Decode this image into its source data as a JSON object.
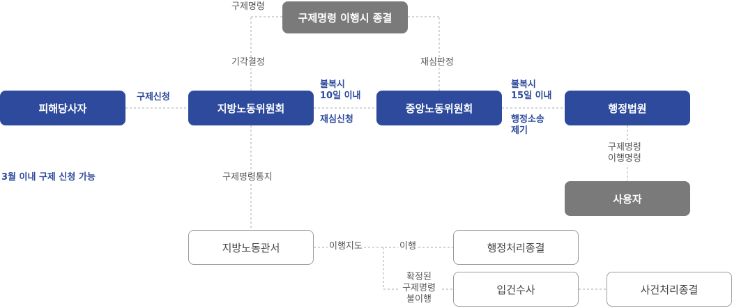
{
  "nodes": {
    "victim": "피해당사자",
    "local_committee": "지방노동위원회",
    "central_committee": "중앙노동위원회",
    "admin_court": "행정법원",
    "remedy_end": "구제명령 이행시 종결",
    "employer": "사용자",
    "local_office": "지방노동관서",
    "admin_close": "행정처리종결",
    "investigation": "입건수사",
    "case_close": "사건처리종결"
  },
  "labels": {
    "remedy_order_top": "구제명령",
    "dismissal": "기각결정",
    "reexamination_decision": "재심판정",
    "remedy_request": "구제신청",
    "appeal_10_line1": "불복시",
    "appeal_10_line2": "10일 이내",
    "reexam_request": "재심신청",
    "appeal_15_line1": "불복시",
    "appeal_15_line2": "15일 이내",
    "admin_suit_line1": "행정소송",
    "admin_suit_line2": "제기",
    "court_order_line1": "구제명령",
    "court_order_line2": "이행명령",
    "remedy_notice": "구제명령통지",
    "three_months": "3월 이내 구제 신청 가능",
    "compliance_guidance": "이행지도",
    "compliance": "이행",
    "noncompliance_line1": "확정된",
    "noncompliance_line2": "구제명령",
    "noncompliance_line3": "불이행"
  },
  "colors": {
    "primary_blue": "#2d4a9c",
    "gray_box": "#7a7a7a",
    "outline": "#9a9a9a",
    "connector": "#aaaaaa"
  }
}
